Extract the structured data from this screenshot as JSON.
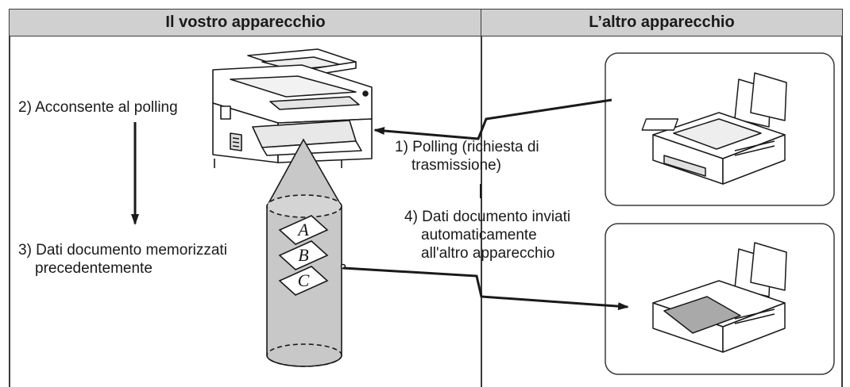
{
  "headers": {
    "left": "Il vostro apparecchio",
    "right": "L’altro apparecchio"
  },
  "labels": {
    "step2": "2) Acconsente al polling",
    "step1_line1": "1) Polling (richiesta di",
    "step1_line2": "trasmissione)",
    "step4_line1": "4) Dati documento inviati",
    "step4_line2": "automaticamente",
    "step4_line3": "all'altro apparecchio",
    "step3_line1": "3) Dati documento memorizzati",
    "step3_line2": "precedentemente"
  },
  "memory_pages": [
    "A",
    "B",
    "C"
  ],
  "colors": {
    "header_bg": "#d0d0d0",
    "frame": "#3a3a3a",
    "cylinder": "#c8c8c8",
    "paper": "#a9a9a9"
  }
}
